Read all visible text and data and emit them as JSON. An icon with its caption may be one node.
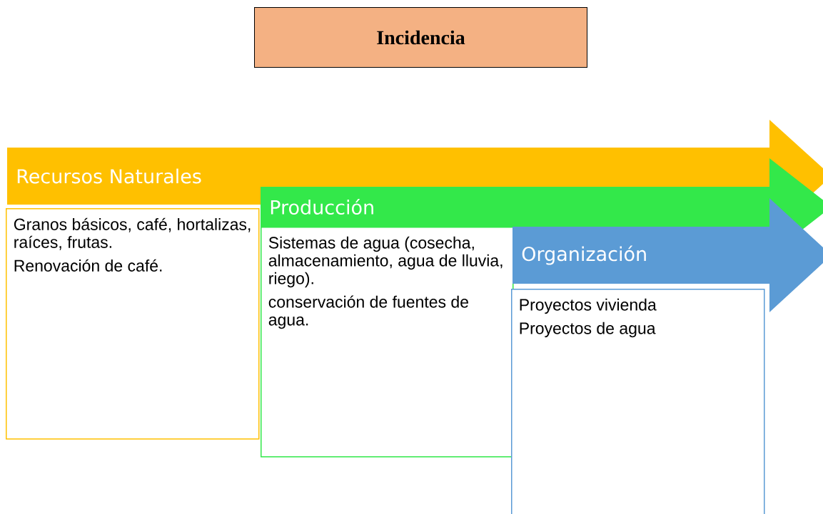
{
  "diagram": {
    "nodes": [
      {
        "text": [
          "Incidencia"
        ]
      },
      {
        "text": [
          "Recursos Naturales"
        ]
      },
      {
        "text": [
          "Granos básicos, café, hortalizas, raíces, frutas.",
          "Renovación de café."
        ]
      },
      {
        "text": [
          "Producción"
        ]
      },
      {
        "text": [
          "Sistemas de agua (cosecha, almacenamiento, agua de lluvia, riego).",
          "conservación de fuentes de agua."
        ]
      },
      {
        "text": [
          "Organización"
        ]
      },
      {
        "text": [
          "Proyectos vivienda",
          "Proyectos de agua"
        ]
      }
    ]
  }
}
